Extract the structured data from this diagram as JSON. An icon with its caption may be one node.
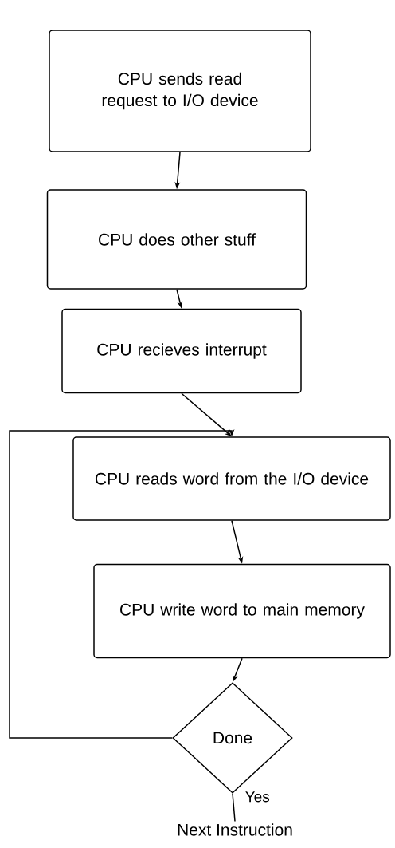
{
  "diagram": {
    "nodes": [
      {
        "text": [
          "CPU sends read request to I/O device"
        ]
      },
      {
        "text": [
          "CPU does other stuff"
        ]
      },
      {
        "text": [
          "CPU recieves interrupt"
        ]
      },
      {
        "text": [
          "CPU reads word from the I/O device"
        ]
      },
      {
        "text": [
          "CPU write word to main memory"
        ]
      },
      {
        "text": [
          "Done"
        ]
      },
      {
        "text": [
          "Next Instruction"
        ]
      }
    ],
    "edges": [
      {
        "from": 0,
        "to": 1,
        "arrow": "to"
      },
      {
        "from": 1,
        "to": 2,
        "arrow": "to"
      },
      {
        "from": 2,
        "to": 3,
        "arrow": "to"
      },
      {
        "from": 3,
        "to": 4,
        "arrow": "to"
      },
      {
        "from": 4,
        "to": 5,
        "arrow": "to"
      },
      {
        "from": 5,
        "to": 6,
        "arrow": "none",
        "label": "Yes"
      },
      {
        "from": 5,
        "to": 3,
        "arrow": "to"
      }
    ]
  }
}
